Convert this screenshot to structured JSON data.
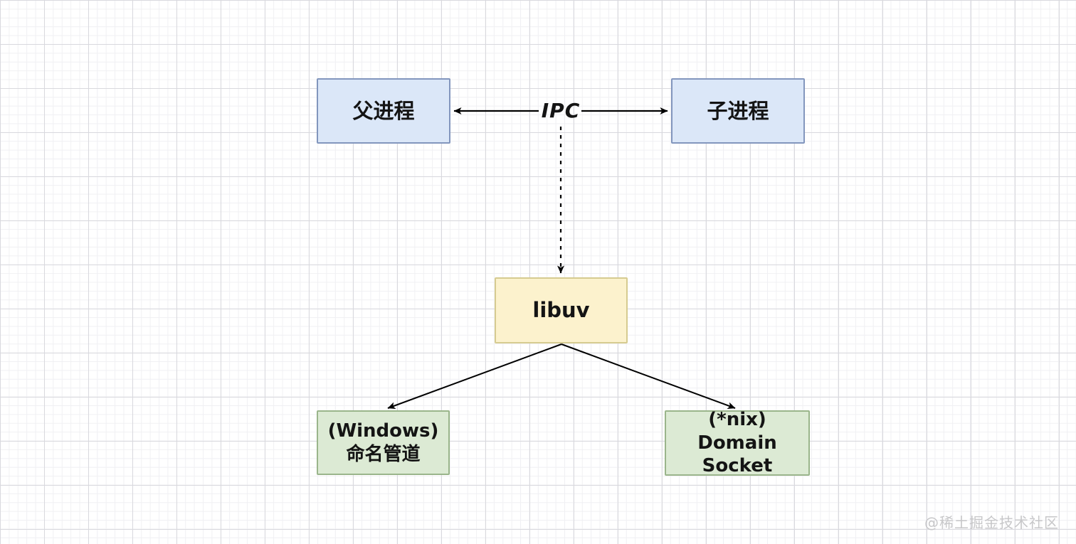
{
  "nodes": {
    "parent": {
      "label": "父进程"
    },
    "child": {
      "label": "子进程"
    },
    "libuv": {
      "label": "libuv"
    },
    "windows_pipe": {
      "line1": "(Windows)",
      "line2": "命名管道"
    },
    "domain_socket": {
      "line1": "(*nix)",
      "line2": "Domain Socket"
    }
  },
  "edges": {
    "ipc_label": "IPC",
    "parent_child": "bidirectional-arrow",
    "ipc_to_libuv": "dashed-arrow-down",
    "libuv_to_windows_pipe": "arrow-down-left",
    "libuv_to_domain_socket": "arrow-down-right"
  },
  "watermark": "@稀土掘金技术社区",
  "colors": {
    "process_node_fill": "#dbe7f8",
    "process_node_stroke": "#8296bd",
    "libuv_node_fill": "#fcf2cd",
    "libuv_node_stroke": "#d6cb90",
    "transport_node_fill": "#dcead4",
    "transport_node_stroke": "#9ab58b",
    "arrow_color": "#000000",
    "grid_major": "#d9d9de",
    "grid_minor": "#f0f0f3",
    "watermark_color": "#c7c7c9"
  }
}
